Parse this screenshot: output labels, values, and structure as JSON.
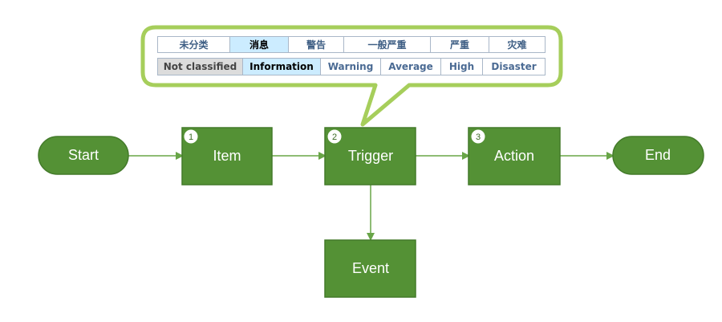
{
  "severity": {
    "chinese": [
      "未分类",
      "消息",
      "警告",
      "一般严重",
      "严重",
      "灾难"
    ],
    "english": [
      "Not classified",
      "Information",
      "Warning",
      "Average",
      "High",
      "Disaster"
    ]
  },
  "flow": {
    "start": "Start",
    "item": "Item",
    "trigger": "Trigger",
    "action": "Action",
    "end": "End",
    "event": "Event",
    "item_step": "1",
    "trigger_step": "2",
    "action_step": "3"
  },
  "colors": {
    "node_green": "#549135",
    "callout_green": "#a6ce5b",
    "arrow_green": "#68a547",
    "selected_cell": "#ccecff"
  }
}
